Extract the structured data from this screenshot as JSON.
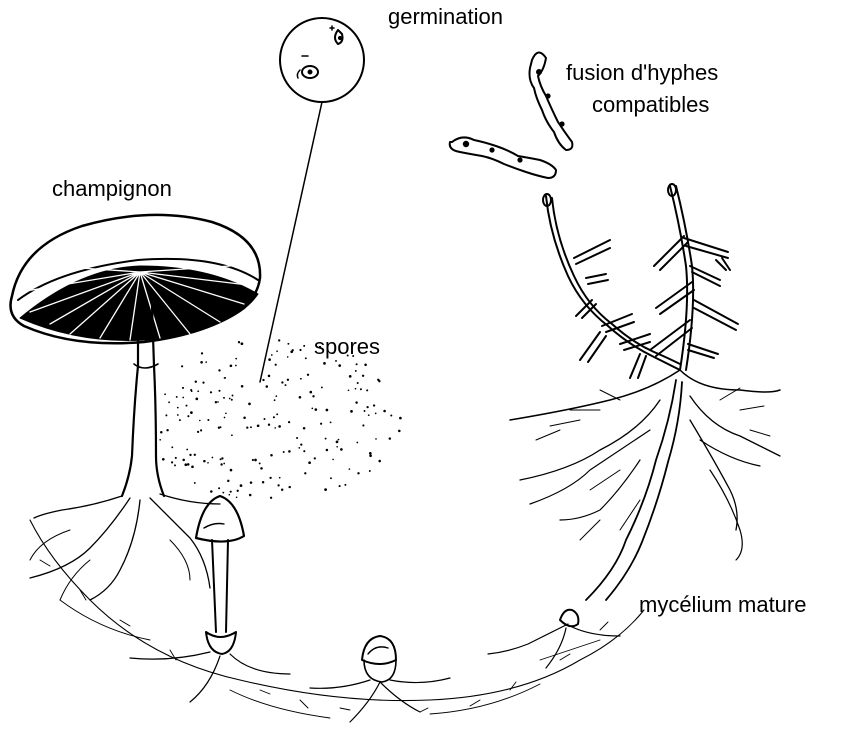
{
  "labels": {
    "germination": "germination",
    "fusion_line1": "fusion d'hyphes",
    "fusion_line2": "compatibles",
    "champignon": "champignon",
    "spores": "spores",
    "mycelium": "mycélium mature"
  },
  "colors": {
    "ink": "#000000",
    "background": "#ffffff"
  }
}
